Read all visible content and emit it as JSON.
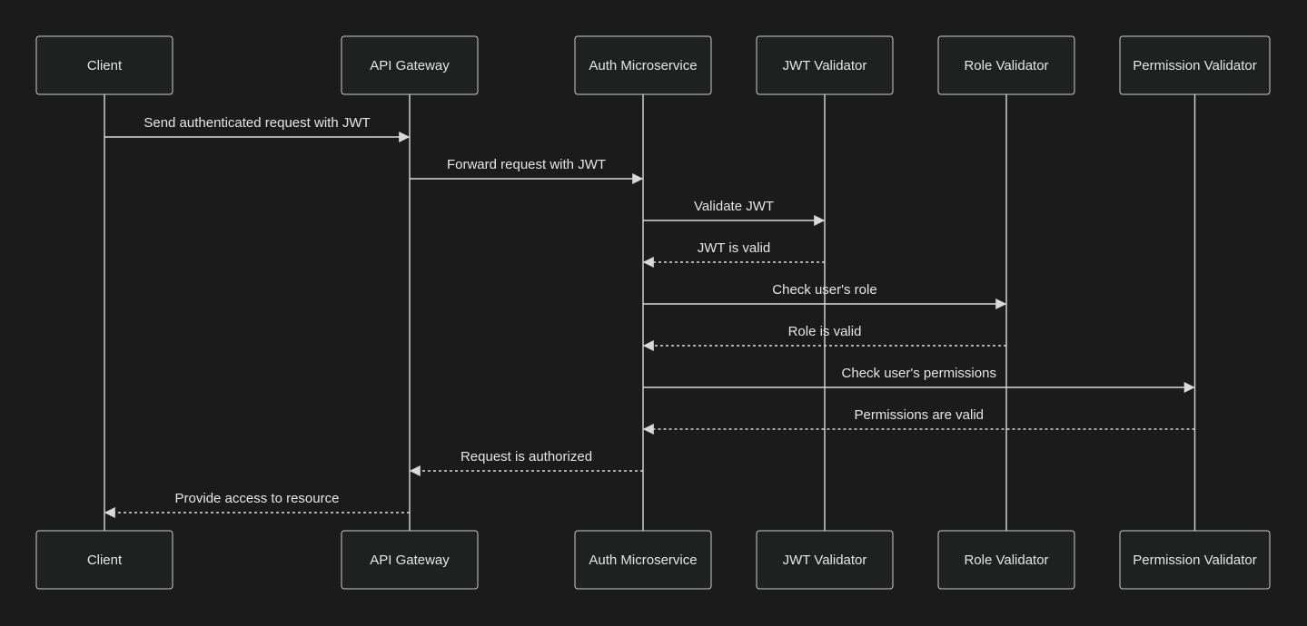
{
  "diagram": {
    "type": "sequence",
    "participants": [
      {
        "id": "client",
        "label": "Client"
      },
      {
        "id": "gateway",
        "label": "API Gateway"
      },
      {
        "id": "auth",
        "label": "Auth Microservice"
      },
      {
        "id": "jwt",
        "label": "JWT Validator"
      },
      {
        "id": "role",
        "label": "Role Validator"
      },
      {
        "id": "perm",
        "label": "Permission Validator"
      }
    ],
    "messages": [
      {
        "from": "client",
        "to": "gateway",
        "label": "Send authenticated request with JWT",
        "style": "solid"
      },
      {
        "from": "gateway",
        "to": "auth",
        "label": "Forward request with JWT",
        "style": "solid"
      },
      {
        "from": "auth",
        "to": "jwt",
        "label": "Validate JWT",
        "style": "solid"
      },
      {
        "from": "jwt",
        "to": "auth",
        "label": "JWT is valid",
        "style": "dashed"
      },
      {
        "from": "auth",
        "to": "role",
        "label": "Check user's role",
        "style": "solid"
      },
      {
        "from": "role",
        "to": "auth",
        "label": "Role is valid",
        "style": "dashed"
      },
      {
        "from": "auth",
        "to": "perm",
        "label": "Check user's permissions",
        "style": "solid"
      },
      {
        "from": "perm",
        "to": "auth",
        "label": "Permissions are valid",
        "style": "dashed"
      },
      {
        "from": "auth",
        "to": "gateway",
        "label": "Request is authorized",
        "style": "dashed"
      },
      {
        "from": "gateway",
        "to": "client",
        "label": "Provide access to resource",
        "style": "dashed"
      }
    ],
    "colors": {
      "background": "#1b1b1b",
      "box_fill": "#1f2020",
      "line": "#cccccc",
      "text": "#e6e6e6"
    }
  }
}
